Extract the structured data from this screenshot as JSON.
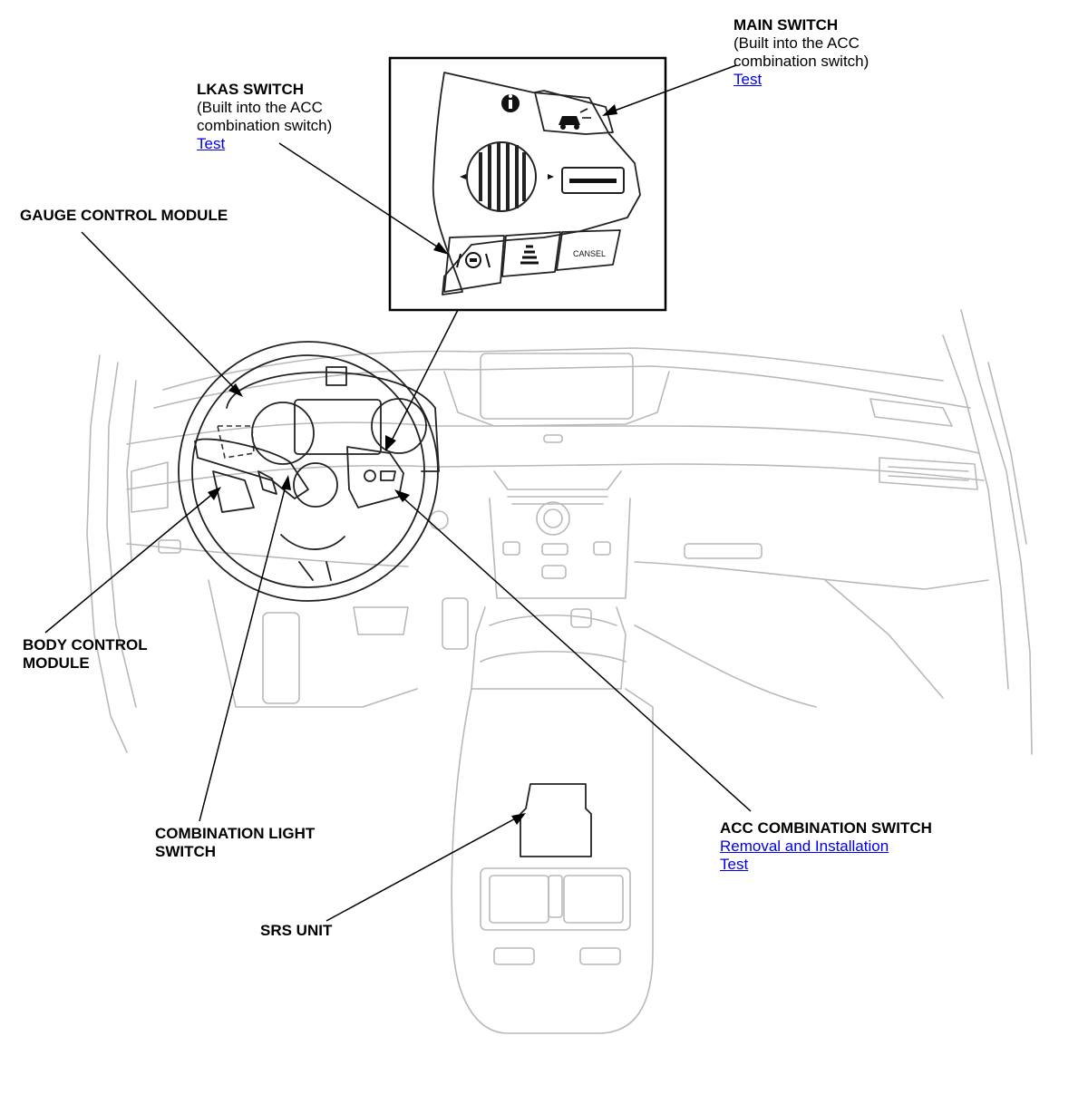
{
  "callouts": {
    "main_switch": {
      "title": "MAIN SWITCH",
      "sub1": "(Built into the ACC",
      "sub2": "combination switch)",
      "link_test": "Test"
    },
    "lkas_switch": {
      "title": "LKAS SWITCH",
      "sub1": "(Built into the ACC",
      "sub2": "combination switch)",
      "link_test": "Test"
    },
    "gauge_control_module": {
      "title": "GAUGE CONTROL MODULE"
    },
    "body_control_module": {
      "line1": "BODY CONTROL",
      "line2": "MODULE"
    },
    "combination_light_switch": {
      "line1": "COMBINATION LIGHT",
      "line2": "SWITCH"
    },
    "srs_unit": {
      "title": "SRS UNIT"
    },
    "acc_combination_switch": {
      "title": "ACC COMBINATION SWITCH",
      "link_removal": "Removal and Installation",
      "link_test": "Test"
    }
  },
  "inset": {
    "cancel_label": "CANSEL"
  },
  "colors": {
    "link": "#0000ee",
    "line_art": "#b9b9b9",
    "leader": "#000000"
  }
}
